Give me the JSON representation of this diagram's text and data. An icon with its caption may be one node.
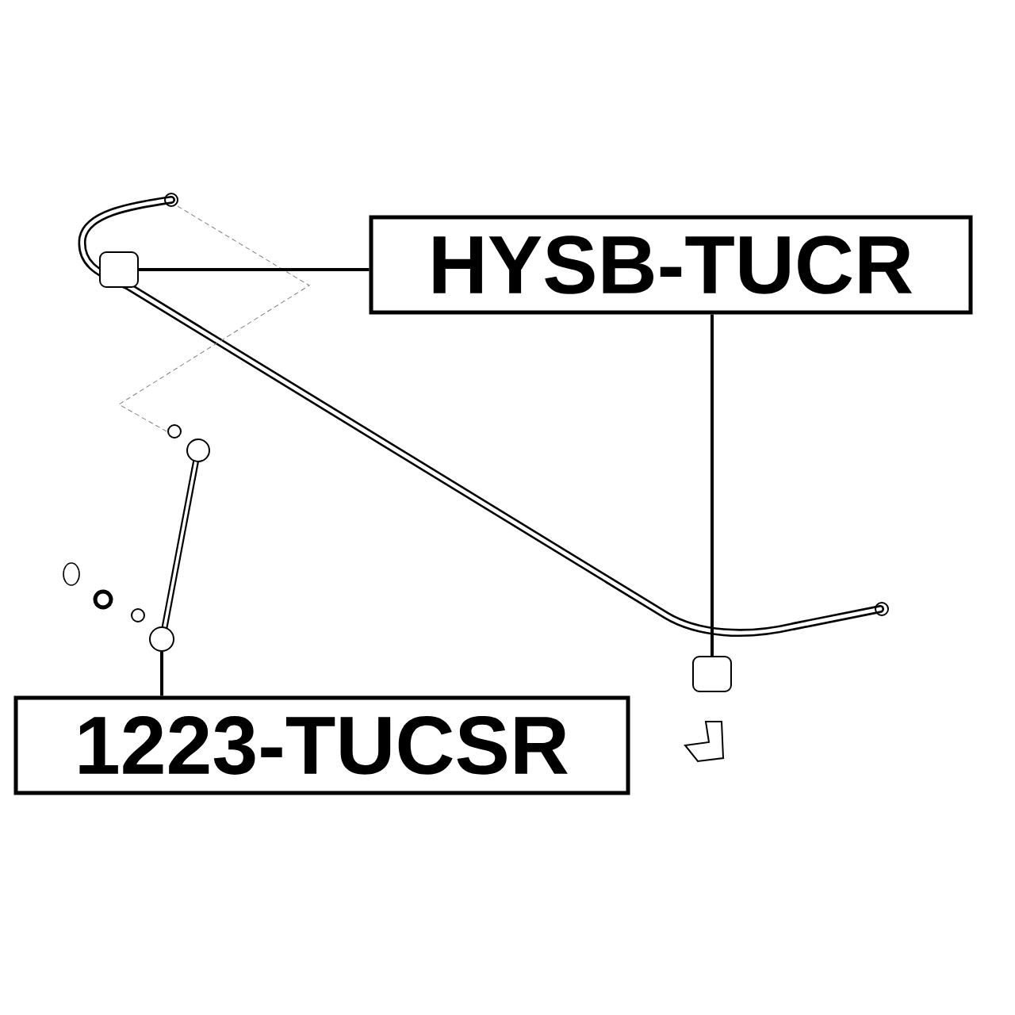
{
  "diagram": {
    "nodes": [
      {
        "text": [
          "HYSB-TUCR"
        ]
      },
      {
        "text": [
          "1223-TUCSR"
        ]
      },
      {
        "text": [],
        "shape": "box"
      },
      {
        "text": [],
        "shape": "box"
      },
      {
        "text": [],
        "shape": "circle"
      }
    ],
    "edges": [
      {
        "from": 0,
        "to": 2,
        "arrow": "none"
      },
      {
        "from": 0,
        "to": 3,
        "arrow": "none"
      },
      {
        "from": 1,
        "to": 4,
        "arrow": "none"
      }
    ]
  }
}
